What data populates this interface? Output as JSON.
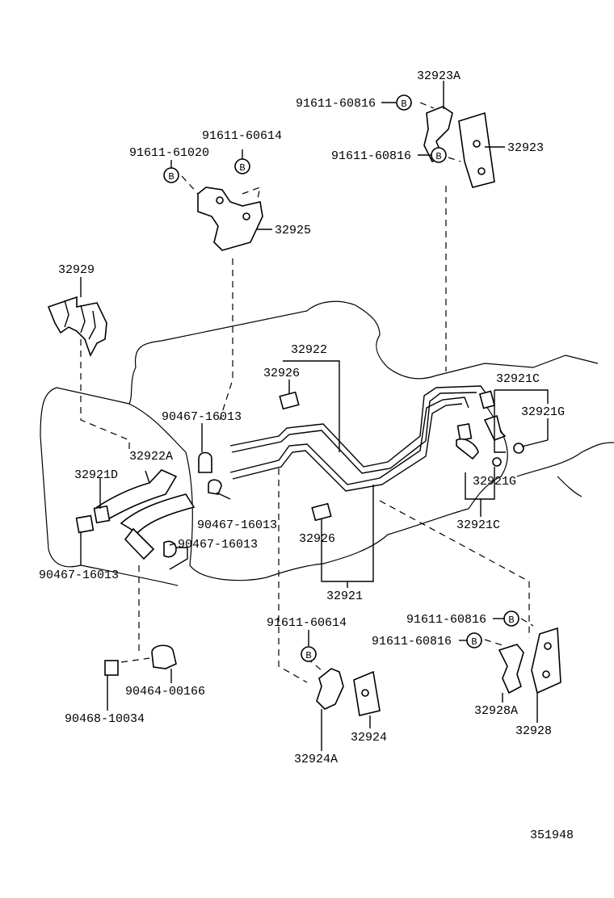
{
  "labels": {
    "p32923A": "32923A",
    "p32923": "32923",
    "b_60816_a": "91611-60816",
    "b_60816_b": "91611-60816",
    "b_60614_top": "91611-60614",
    "b_61020": "91611-61020",
    "p32925": "32925",
    "p32929": "32929",
    "p32922": "32922",
    "p32926_a": "32926",
    "p32921C_a": "32921C",
    "p32921G_a": "32921G",
    "c_16013_a": "90467-16013",
    "p32922A": "32922A",
    "p32921D": "32921D",
    "c_16013_b": "90467-16013",
    "c_16013_c": "90467-16013",
    "c_16013_d": "90467-16013",
    "p32926_b": "32926",
    "p32921G_b": "32921G",
    "p32921C_b": "32921C",
    "p32921": "32921",
    "b_60816_c": "91611-60816",
    "b_60816_d": "91611-60816",
    "b_60614_bot": "91611-60614",
    "c_00166": "90464-00166",
    "c_10034": "90468-10034",
    "p32924": "32924",
    "p32924A": "32924A",
    "p32928A": "32928A",
    "p32928": "32928",
    "diagram_no": "351948"
  },
  "callout_symbol": "B"
}
